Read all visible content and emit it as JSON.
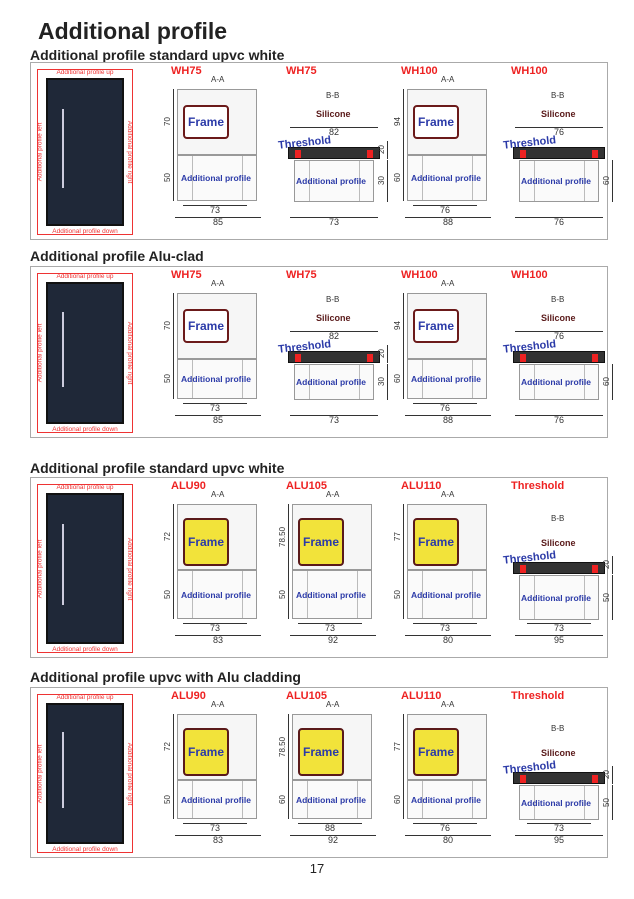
{
  "page": {
    "title": "Additional profile",
    "page_number": "17"
  },
  "door_labels": {
    "up": "Additional profile up",
    "down": "Additional profile down",
    "left": "Additional profile left",
    "right": "Additional profile right"
  },
  "common": {
    "frame": "Frame",
    "additional": "Additional profile",
    "silicone": "Silicone",
    "threshold": "Threshold",
    "aa": "A-A",
    "bb": "B-B"
  },
  "sections": [
    {
      "title": "Additional profile standard  upvc white",
      "drawings": [
        {
          "type": "AA",
          "model": "WH75",
          "v1": "70",
          "v2": "50",
          "h1": "73",
          "h2": "85",
          "alu": false
        },
        {
          "type": "BB",
          "model": "WH75",
          "v1": "20",
          "v2": "30",
          "htop": "82",
          "h2": "73"
        },
        {
          "type": "AA",
          "model": "WH100",
          "v1": "94",
          "v2": "60",
          "h1": "76",
          "h2": "88",
          "alu": false
        },
        {
          "type": "BB",
          "model": "WH100",
          "v1": "",
          "v2": "60",
          "htop": "76",
          "h2": "76"
        }
      ]
    },
    {
      "title": "Additional profile Alu-clad",
      "drawings": [
        {
          "type": "AA",
          "model": "WH75",
          "v1": "70",
          "v2": "50",
          "h1": "73",
          "h2": "85",
          "alu": false
        },
        {
          "type": "BB",
          "model": "WH75",
          "v1": "20",
          "v2": "30",
          "htop": "82",
          "h2": "73"
        },
        {
          "type": "AA",
          "model": "WH100",
          "v1": "94",
          "v2": "60",
          "h1": "76",
          "h2": "88",
          "alu": false
        },
        {
          "type": "BB",
          "model": "WH100",
          "v1": "",
          "v2": "60",
          "htop": "76",
          "h2": "76"
        }
      ]
    },
    {
      "title": "Additional profile standard upvc white",
      "drawings": [
        {
          "type": "AA",
          "model": "ALU90",
          "v1": "72",
          "v2": "50",
          "h1": "73",
          "h2": "83",
          "alu": true
        },
        {
          "type": "AA",
          "model": "ALU105",
          "v1": "78.50",
          "v2": "50",
          "h1": "73",
          "h2": "92",
          "alu": true
        },
        {
          "type": "AA",
          "model": "ALU110",
          "v1": "77",
          "v2": "50",
          "h1": "73",
          "h2": "80",
          "alu": true
        },
        {
          "type": "BB",
          "model": "Threshold",
          "v1": "20",
          "v2": "50",
          "htop": "",
          "h1": "73",
          "h2": "95"
        }
      ]
    },
    {
      "title": "Additional profile upvc with Alu cladding",
      "drawings": [
        {
          "type": "AA",
          "model": "ALU90",
          "v1": "72",
          "v2": "50",
          "h1": "73",
          "h2": "83",
          "alu": true
        },
        {
          "type": "AA",
          "model": "ALU105",
          "v1": "78.50",
          "v2": "60",
          "h1": "88",
          "h2": "92",
          "alu": true
        },
        {
          "type": "AA",
          "model": "ALU110",
          "v1": "77",
          "v2": "60",
          "h1": "76",
          "h2": "80",
          "alu": true
        },
        {
          "type": "BB",
          "model": "Threshold",
          "v1": "20",
          "v2": "50",
          "htop": "",
          "h1": "73",
          "h2": "95"
        }
      ]
    }
  ]
}
